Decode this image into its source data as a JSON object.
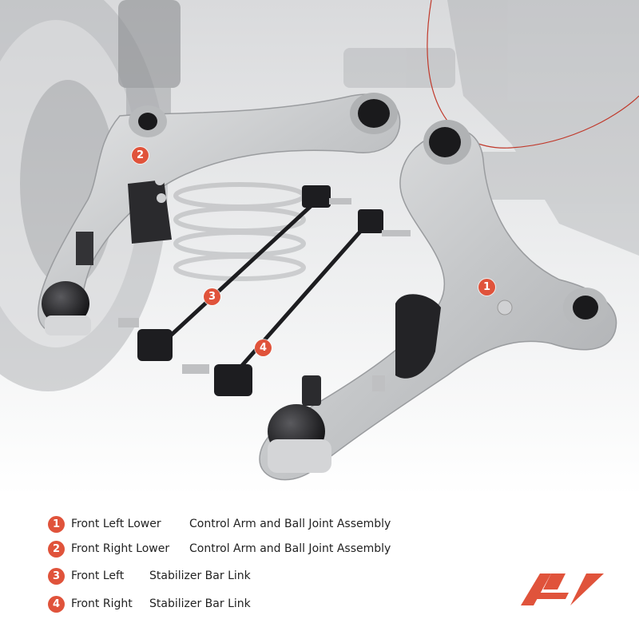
{
  "callouts": {
    "c1": "1",
    "c2": "2",
    "c3": "3",
    "c4": "4"
  },
  "legend": [
    {
      "num": "1",
      "name": "Front Left Lower",
      "desc": "Control Arm and Ball Joint Assembly"
    },
    {
      "num": "2",
      "name": "Front Right Lower",
      "desc": "Control Arm and Ball Joint Assembly"
    },
    {
      "num": "3",
      "name": "Front Left",
      "desc": "Stabilizer Bar Link"
    },
    {
      "num": "4",
      "name": "Front Right",
      "desc": "Stabilizer Bar Link"
    }
  ],
  "colors": {
    "accent": "#e0533b",
    "metal": "#c9cbcd",
    "rubber": "#1c1c1e",
    "background": "#ffffff"
  },
  "logo": {
    "icon": "brand-logo-icon"
  }
}
